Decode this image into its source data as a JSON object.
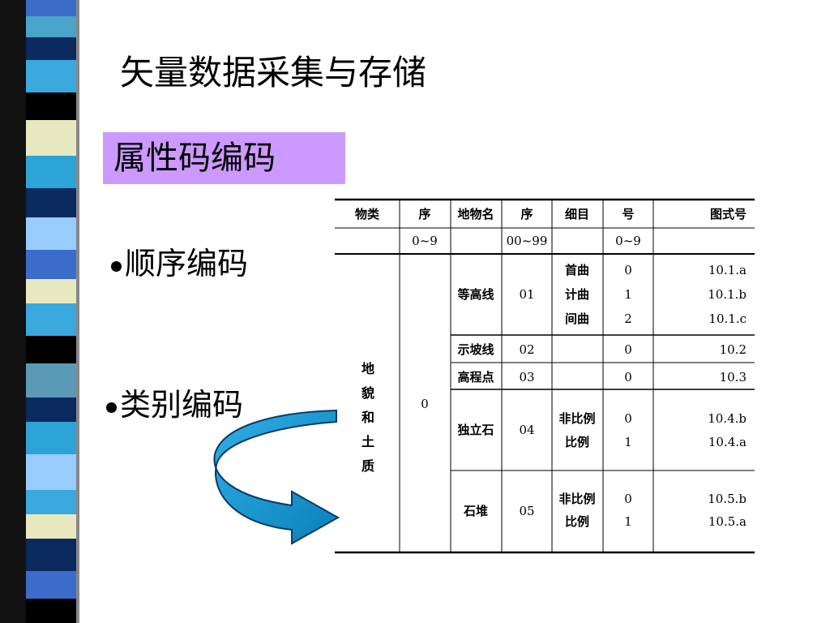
{
  "slide": {
    "title": "矢量数据采集与存储",
    "subtitle": "属性码编码",
    "bullets": [
      "顺序编码",
      "类别编码"
    ],
    "colors": {
      "subtitle_bg": "#cc99ff",
      "arrow": "#0f9bd6"
    },
    "icons": [
      "curved-arrow-icon"
    ]
  },
  "table": {
    "headers": [
      "物类",
      "序",
      "地物名",
      "序",
      "细目",
      "号",
      "图式号"
    ],
    "ranges": {
      "seq1": "0~9",
      "seq2": "00~99",
      "num": "0~9"
    },
    "category": "地貌和土质",
    "category_chars": [
      "地",
      "貌",
      "和",
      "土",
      "质"
    ],
    "category_seq": "0",
    "rows": [
      {
        "name": "等高线",
        "seq": "01",
        "items": [
          {
            "detail": "首曲",
            "num": "0",
            "code": "10.1.a"
          },
          {
            "detail": "计曲",
            "num": "1",
            "code": "10.1.b"
          },
          {
            "detail": "间曲",
            "num": "2",
            "code": "10.1.c"
          }
        ]
      },
      {
        "name": "示坡线",
        "seq": "02",
        "items": [
          {
            "detail": "",
            "num": "0",
            "code": "10.2"
          }
        ]
      },
      {
        "name": "高程点",
        "seq": "03",
        "items": [
          {
            "detail": "",
            "num": "0",
            "code": "10.3"
          }
        ]
      },
      {
        "name": "独立石",
        "seq": "04",
        "items": [
          {
            "detail": "非比例",
            "num": "0",
            "code": "10.4.b"
          },
          {
            "detail": "比例",
            "num": "1",
            "code": "10.4.a"
          }
        ]
      },
      {
        "name": "石堆",
        "seq": "05",
        "items": [
          {
            "detail": "非比例",
            "num": "0",
            "code": "10.5.b"
          },
          {
            "detail": "比例",
            "num": "1",
            "code": "10.5.a"
          }
        ]
      }
    ]
  }
}
